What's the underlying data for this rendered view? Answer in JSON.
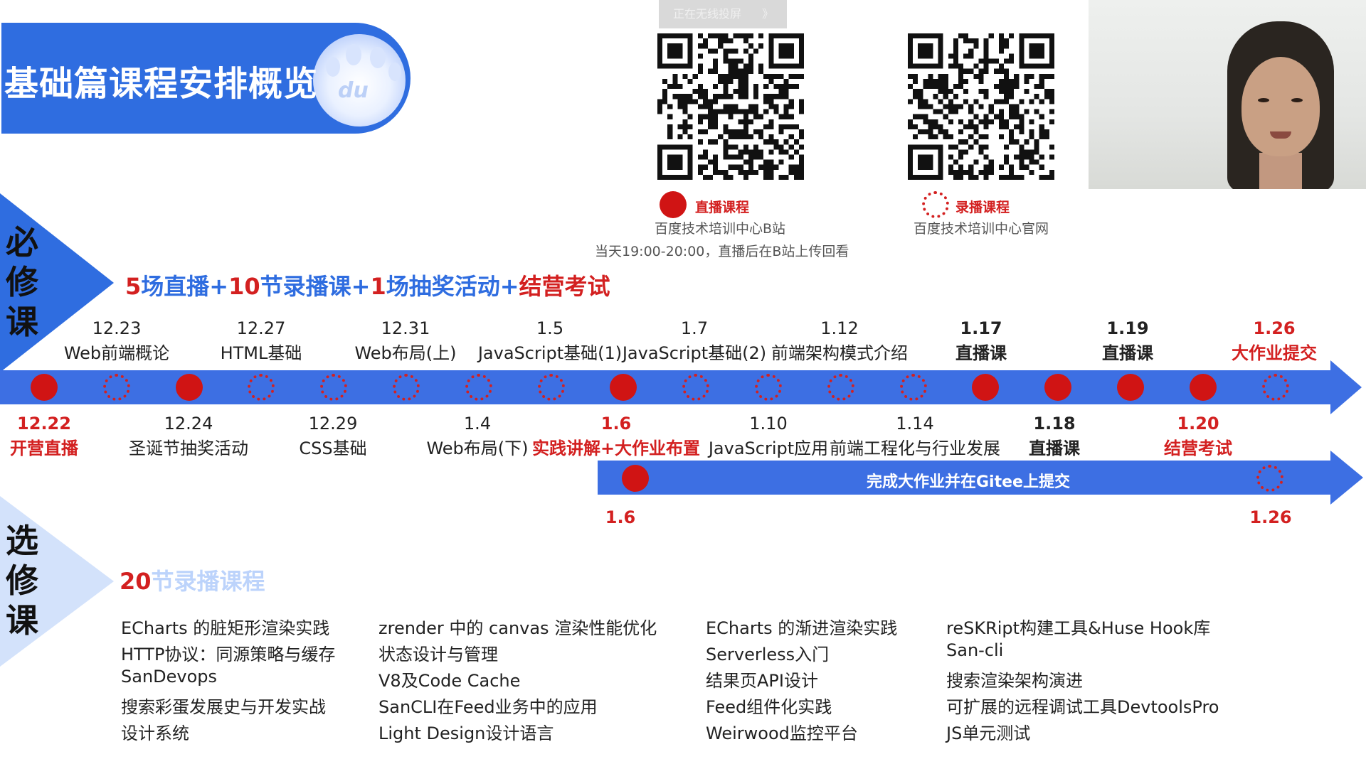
{
  "header": {
    "title": "基础篇课程安排概览",
    "logo_text": "du"
  },
  "cast_bar": {
    "label": "正在无线投屏",
    "chevron": "》"
  },
  "legend": {
    "live": {
      "label": "直播课程",
      "sub": "百度技术培训中心B站"
    },
    "recorded": {
      "label": "录播课程",
      "sub": "百度技术培训中心官网"
    },
    "note": "当天19:00-20:00，直播后在B站上传回看"
  },
  "required": {
    "side": [
      "必",
      "修",
      "课"
    ],
    "summary": {
      "p1": "5",
      "p2": "场直播+",
      "p3": "10",
      "p4": "节录播课+",
      "p5": "1",
      "p6": "场抽奖活动+",
      "p7": "结营考试"
    },
    "top": [
      {
        "date": "12.23",
        "label": "Web前端概论"
      },
      {
        "date": "12.27",
        "label": "HTML基础"
      },
      {
        "date": "12.31",
        "label": "Web布局(上)"
      },
      {
        "date": "1.5",
        "label": "JavaScript基础(1)"
      },
      {
        "date": "1.7",
        "label": "JavaScript基础(2)"
      },
      {
        "date": "1.12",
        "label": "前端架构模式介绍"
      },
      {
        "date": "1.17",
        "label": "直播课"
      },
      {
        "date": "1.19",
        "label": "直播课"
      },
      {
        "date": "1.26",
        "label": "大作业提交"
      }
    ],
    "bottom": [
      {
        "date": "12.22",
        "label": "开营直播"
      },
      {
        "date": "12.24",
        "label": "圣诞节抽奖活动"
      },
      {
        "date": "12.29",
        "label": "CSS基础"
      },
      {
        "date": "1.4",
        "label": "Web布局(下)"
      },
      {
        "date": "1.6",
        "label": "实践讲解+大作业布置"
      },
      {
        "date": "1.10",
        "label": "JavaScript应用"
      },
      {
        "date": "1.14",
        "label": "前端工程化与行业发展"
      },
      {
        "date": "1.18",
        "label": "直播课"
      },
      {
        "date": "1.20",
        "label": "结营考试"
      }
    ],
    "project": {
      "label": "完成大作业并在Gitee上提交",
      "start": "1.6",
      "end": "1.26"
    }
  },
  "elective": {
    "side": [
      "选",
      "修",
      "课"
    ],
    "count": "20",
    "heading_suffix": "节录播课程",
    "col1": [
      "ECharts 的脏矩形渲染实践",
      "HTTP协议：同源策略与缓存",
      "SanDevops",
      "搜索彩蛋发展史与开发实战",
      "设计系统"
    ],
    "col2": [
      "zrender 中的 canvas 渲染性能优化",
      "状态设计与管理",
      "V8及Code Cache",
      "SanCLI在Feed业务中的应用",
      "Light Design设计语言"
    ],
    "col3": [
      "ECharts 的渐进渲染实践",
      "Serverless入门",
      "结果页API设计",
      "Feed组件化实践",
      "Weirwood监控平台"
    ],
    "col4": [
      "reSKRipt构建工具&Huse Hook库",
      "San-cli",
      "搜索渲染架构演进",
      "可扩展的远程调试工具DevtoolsPro",
      "JS单元测试"
    ]
  },
  "colors": {
    "brand_blue": "#2f6de0",
    "arrow_blue": "#3d6fe3",
    "live_red": "#d01414",
    "text_red": "#d32020",
    "light_blue": "#bcd3fb"
  }
}
